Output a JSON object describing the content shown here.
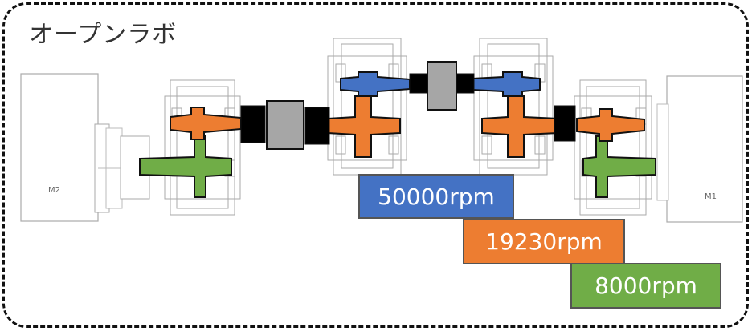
{
  "title": "オープンラボ",
  "motors": {
    "left_label": "M2",
    "right_label": "M1"
  },
  "speeds": [
    {
      "label": "50000rpm",
      "color": "#4472c4"
    },
    {
      "label": "19230rpm",
      "color": "#ed7d31"
    },
    {
      "label": "8000rpm",
      "color": "#70ad47"
    }
  ],
  "colors": {
    "high_speed_shaft": "#4472c4",
    "mid_speed_shaft": "#ed7d31",
    "low_speed_shaft": "#70ad47",
    "coupling": "#000000",
    "torque_sensor": "#a6a6a6",
    "frame_border": "#111111"
  }
}
